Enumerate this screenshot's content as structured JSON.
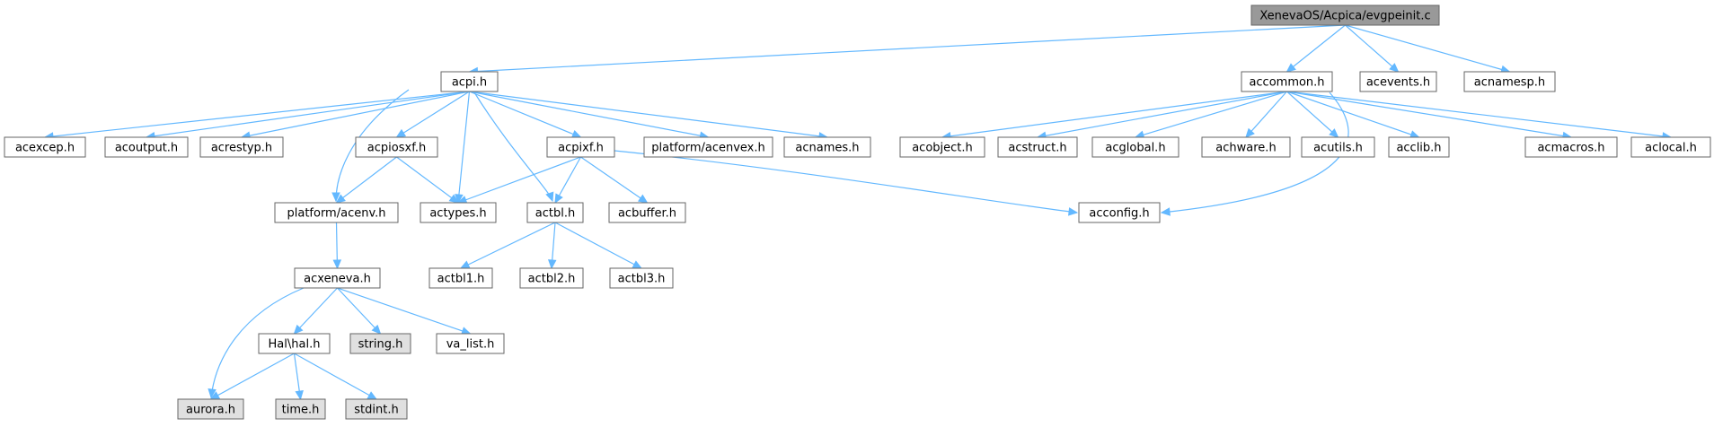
{
  "diagram": {
    "colors": {
      "background": "#ffffff",
      "node_fill": "#ffffff",
      "root_fill": "#999999",
      "missing_fill": "#e0e0e0",
      "border": "#666666",
      "edge": "#63b8ff",
      "text": "#000000"
    },
    "nodes": [
      {
        "id": "root",
        "label": "XenevaOS/Acpica/evgpeinit.c",
        "kind": "root"
      },
      {
        "id": "acpi",
        "label": "acpi.h",
        "kind": "file"
      },
      {
        "id": "accommon",
        "label": "accommon.h",
        "kind": "file"
      },
      {
        "id": "acevents",
        "label": "acevents.h",
        "kind": "file"
      },
      {
        "id": "acnamesp",
        "label": "acnamesp.h",
        "kind": "file"
      },
      {
        "id": "acexcep",
        "label": "acexcep.h",
        "kind": "file"
      },
      {
        "id": "acoutput",
        "label": "acoutput.h",
        "kind": "file"
      },
      {
        "id": "acrestyp",
        "label": "acrestyp.h",
        "kind": "file"
      },
      {
        "id": "acpiosxf",
        "label": "acpiosxf.h",
        "kind": "file"
      },
      {
        "id": "acpixf",
        "label": "acpixf.h",
        "kind": "file"
      },
      {
        "id": "acenvex",
        "label": "platform/acenvex.h",
        "kind": "file"
      },
      {
        "id": "acnames",
        "label": "acnames.h",
        "kind": "file"
      },
      {
        "id": "acobject",
        "label": "acobject.h",
        "kind": "file"
      },
      {
        "id": "acstruct",
        "label": "acstruct.h",
        "kind": "file"
      },
      {
        "id": "acglobal",
        "label": "acglobal.h",
        "kind": "file"
      },
      {
        "id": "achware",
        "label": "achware.h",
        "kind": "file"
      },
      {
        "id": "acutils",
        "label": "acutils.h",
        "kind": "file"
      },
      {
        "id": "acclib",
        "label": "acclib.h",
        "kind": "file"
      },
      {
        "id": "acmacros",
        "label": "acmacros.h",
        "kind": "file"
      },
      {
        "id": "aclocal",
        "label": "aclocal.h",
        "kind": "file"
      },
      {
        "id": "acenv",
        "label": "platform/acenv.h",
        "kind": "file"
      },
      {
        "id": "actypes",
        "label": "actypes.h",
        "kind": "file"
      },
      {
        "id": "actbl",
        "label": "actbl.h",
        "kind": "file"
      },
      {
        "id": "acbuffer",
        "label": "acbuffer.h",
        "kind": "file"
      },
      {
        "id": "acconfig",
        "label": "acconfig.h",
        "kind": "file"
      },
      {
        "id": "acxeneva",
        "label": "acxeneva.h",
        "kind": "file"
      },
      {
        "id": "actbl1",
        "label": "actbl1.h",
        "kind": "file"
      },
      {
        "id": "actbl2",
        "label": "actbl2.h",
        "kind": "file"
      },
      {
        "id": "actbl3",
        "label": "actbl3.h",
        "kind": "file"
      },
      {
        "id": "halhal",
        "label": "Hal\\hal.h",
        "kind": "file"
      },
      {
        "id": "string",
        "label": "string.h",
        "kind": "missing"
      },
      {
        "id": "valist",
        "label": "va_list.h",
        "kind": "file"
      },
      {
        "id": "aurora",
        "label": "aurora.h",
        "kind": "missing"
      },
      {
        "id": "time",
        "label": "time.h",
        "kind": "missing"
      },
      {
        "id": "stdint",
        "label": "stdint.h",
        "kind": "missing"
      }
    ],
    "edges": [
      {
        "from": "root",
        "to": "acpi"
      },
      {
        "from": "root",
        "to": "accommon"
      },
      {
        "from": "root",
        "to": "acevents"
      },
      {
        "from": "root",
        "to": "acnamesp"
      },
      {
        "from": "acpi",
        "to": "acexcep"
      },
      {
        "from": "acpi",
        "to": "acoutput"
      },
      {
        "from": "acpi",
        "to": "acrestyp"
      },
      {
        "from": "acpi",
        "to": "acpiosxf"
      },
      {
        "from": "acpi",
        "to": "acpixf"
      },
      {
        "from": "acpi",
        "to": "acenvex"
      },
      {
        "from": "acpi",
        "to": "acnames"
      },
      {
        "from": "acpi",
        "to": "acenv"
      },
      {
        "from": "acpi",
        "to": "actypes"
      },
      {
        "from": "acpi",
        "to": "actbl"
      },
      {
        "from": "accommon",
        "to": "acobject"
      },
      {
        "from": "accommon",
        "to": "acstruct"
      },
      {
        "from": "accommon",
        "to": "acglobal"
      },
      {
        "from": "accommon",
        "to": "achware"
      },
      {
        "from": "accommon",
        "to": "acutils"
      },
      {
        "from": "accommon",
        "to": "acclib"
      },
      {
        "from": "accommon",
        "to": "acmacros"
      },
      {
        "from": "accommon",
        "to": "aclocal"
      },
      {
        "from": "accommon",
        "to": "acconfig"
      },
      {
        "from": "acpiosxf",
        "to": "acenv"
      },
      {
        "from": "acpiosxf",
        "to": "actypes"
      },
      {
        "from": "acpixf",
        "to": "actypes"
      },
      {
        "from": "acpixf",
        "to": "actbl"
      },
      {
        "from": "acpixf",
        "to": "acbuffer"
      },
      {
        "from": "acpixf",
        "to": "acconfig"
      },
      {
        "from": "acenv",
        "to": "acxeneva"
      },
      {
        "from": "actbl",
        "to": "actbl1"
      },
      {
        "from": "actbl",
        "to": "actbl2"
      },
      {
        "from": "actbl",
        "to": "actbl3"
      },
      {
        "from": "acxeneva",
        "to": "halhal"
      },
      {
        "from": "acxeneva",
        "to": "string"
      },
      {
        "from": "acxeneva",
        "to": "valist"
      },
      {
        "from": "acxeneva",
        "to": "aurora"
      },
      {
        "from": "halhal",
        "to": "aurora"
      },
      {
        "from": "halhal",
        "to": "time"
      },
      {
        "from": "halhal",
        "to": "stdint"
      }
    ]
  }
}
